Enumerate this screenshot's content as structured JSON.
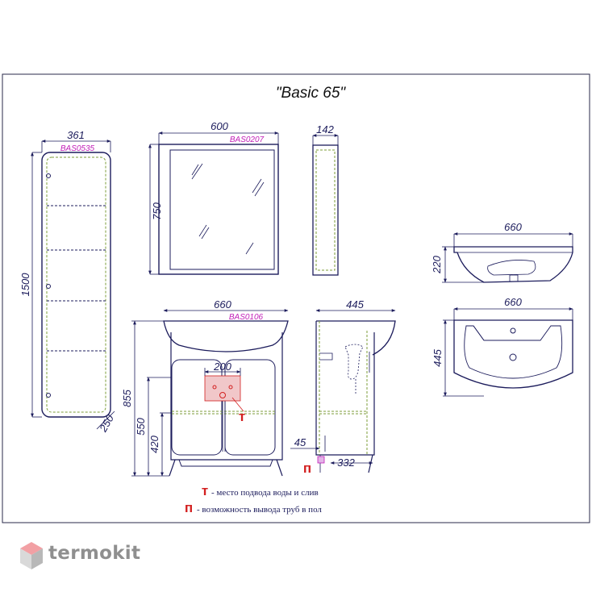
{
  "title": "\"Basic 65\"",
  "column": {
    "width": "361",
    "code": "BAS0535",
    "height": "1500",
    "depth": "250"
  },
  "mirror": {
    "width": "600",
    "code": "BAS0207",
    "height": "750",
    "depth": "142"
  },
  "sink_side": {
    "width": "660",
    "height": "220"
  },
  "sink_top": {
    "width": "660",
    "depth": "445"
  },
  "vanity": {
    "width": "660",
    "code": "BAS0106",
    "total_height": "855",
    "body_height": "550",
    "shelf_height": "420",
    "pipe_zone": "200"
  },
  "vanity_side": {
    "depth": "445",
    "offset": "45",
    "body_depth": "332"
  },
  "legend": {
    "water_symbol": "т",
    "water_text": "- место подвода воды и слив",
    "floor_symbol": "п",
    "floor_text": "- возможность вывода труб в пол"
  },
  "brand": {
    "name": "termokit"
  },
  "colors": {
    "line": "#1c1c5c",
    "code": "#c21fb8",
    "symbol": "#d32020",
    "dashed": "#7c9e3a",
    "brand": "#8f8f8f"
  }
}
